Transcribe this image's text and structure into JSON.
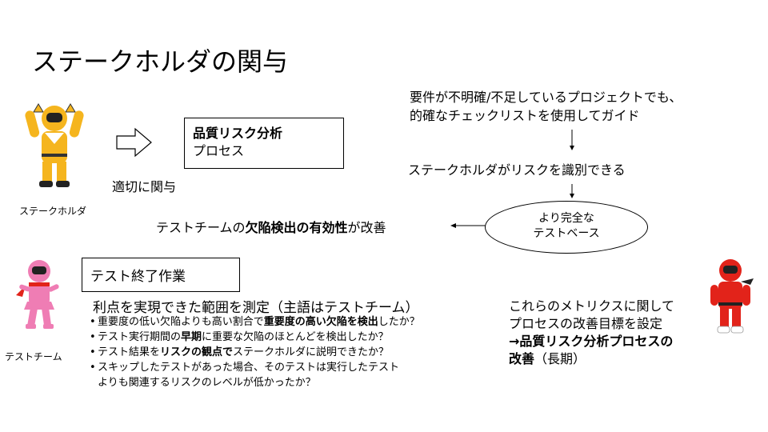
{
  "title": "ステークホルダの関与",
  "stakeholder": {
    "caption": "ステークホルダ",
    "arrow_label": "適切に関与"
  },
  "quality_box": {
    "line1": "品質リスク分析",
    "line2": "プロセス"
  },
  "flow": {
    "req_line1": "要件が不明確/不足しているプロジェクトでも、",
    "req_line2": "的確なチェックリストを使用してガイド",
    "identify": "ステークホルダがリスクを識別できる",
    "ellipse_line1": "より完全な",
    "ellipse_line2": "テストベース",
    "improve_pre": "テストチームの",
    "improve_bold": "欠陥検出の有効性",
    "improve_post": "が改善"
  },
  "test_team": {
    "caption": "テストチーム",
    "box_label": "テスト終了作業"
  },
  "benefit_heading": "利点を実現できた範囲を測定（主語はテストチーム）",
  "bullets": {
    "b1_pre": "重要度の低い欠陥よりも高い割合で",
    "b1_bold": "重要度の高い欠陥を検出",
    "b1_post": "したか？",
    "b2_pre": "テスト実行期間の",
    "b2_bold": "早期",
    "b2_post": "に重要な欠陥のほとんどを検出したか？",
    "b3_pre": "テスト結果を",
    "b3_bold": "リスクの観点で",
    "b3_post": "ステークホルダに説明できたか？",
    "b4_line1": "スキップしたテストがあった場合、そのテストは実行したテスト",
    "b4_line2": "よりも関連するリスクのレベルが低かったか？"
  },
  "metrics": {
    "line1": "これらのメトリクスに関して",
    "line2": "プロセスの改善目標を設定",
    "line3_bold": "→品質リスク分析プロセスの",
    "line4_bold": "改善",
    "line4_post": "（長期）"
  },
  "colors": {
    "yellow": "#F5B51E",
    "pink": "#EF7DB4",
    "red": "#E2231A"
  }
}
